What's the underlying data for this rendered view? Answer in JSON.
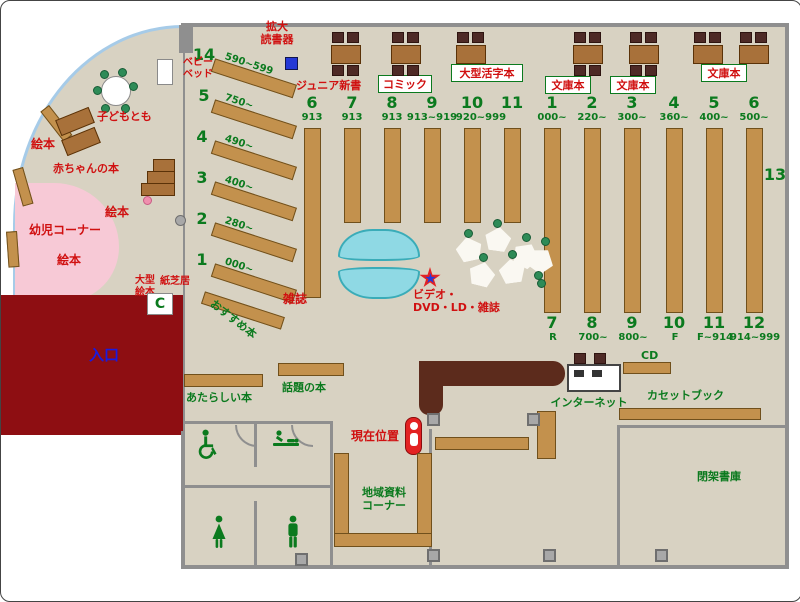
{
  "colors": {
    "floor": "#d8d2c2",
    "wall": "#8f8f8f",
    "dark_red": "#8e0e12",
    "shelf": "#c3914d",
    "shelf_border": "#70501c",
    "green": "#0b7a1e",
    "red": "#d01010",
    "blue": "#1a1ae0",
    "cyan": "#8fd9e4",
    "cyan_border": "#3aacb8",
    "pink": "#f7c9d6",
    "counter": "#5c2b1c",
    "chair": "#4e2a26",
    "table_wood": "#a8713a",
    "marker": "#e32222",
    "star_blue": "#2638d8",
    "curve_blue": "#a6cbe8"
  },
  "top_labels": {
    "kakudai": "拡大\n読書器",
    "junior": "ジュニア新書",
    "comic": "コミック",
    "large_print": "大型活字本",
    "bunko": [
      "文庫本",
      "文庫本",
      "文庫本"
    ]
  },
  "diagonal_shelves": [
    {
      "num": "14",
      "range": "590~599"
    },
    {
      "num": "5",
      "range": "750~"
    },
    {
      "num": "4",
      "range": "490~"
    },
    {
      "num": "3",
      "range": "400~"
    },
    {
      "num": "2",
      "range": "280~"
    },
    {
      "num": "1",
      "range": "000~"
    }
  ],
  "columns_left": [
    {
      "num": "6",
      "range": "913"
    },
    {
      "num": "7",
      "range": "913"
    },
    {
      "num": "8",
      "range": "913"
    },
    {
      "num": "9",
      "range": "913~919"
    },
    {
      "num": "10",
      "range": "920~999"
    },
    {
      "num": "11",
      "range": ""
    }
  ],
  "columns_right_top": [
    {
      "num": "1",
      "range": "000~"
    },
    {
      "num": "2",
      "range": "220~"
    },
    {
      "num": "3",
      "range": "300~"
    },
    {
      "num": "4",
      "range": "360~"
    },
    {
      "num": "5",
      "range": "400~"
    },
    {
      "num": "6",
      "range": "500~"
    }
  ],
  "columns_right_bottom": [
    {
      "num": "7",
      "range": "R"
    },
    {
      "num": "8",
      "range": "700~"
    },
    {
      "num": "9",
      "range": "800~"
    },
    {
      "num": "10",
      "range": "F"
    },
    {
      "num": "11",
      "range": "F~914"
    },
    {
      "num": "12",
      "range": "914~999"
    }
  ],
  "right_shelf_number": "13",
  "center": {
    "magazines": "雑誌",
    "video": "ビデオ・\nDVD・LD・雑誌",
    "recommended": "おすすめ本"
  },
  "children_area": {
    "picture_books": "絵本",
    "toddler_corner": "幼児コーナー",
    "baby_books": "赤ちゃんの本",
    "kodomo_tomo": "子どもとも",
    "baby_bed": "ベビー\nベッド",
    "large_picture_books": "大型\n絵本",
    "kamishibai": "紙芝居",
    "rack_mark": "C"
  },
  "entrance": {
    "label": "入口"
  },
  "bottom_area": {
    "new_books": "あたらしい本",
    "topic_books": "話題の本",
    "current_location": "現在位置",
    "local_materials": "地域資料\nコーナー",
    "internet": "インターネット",
    "cd": "CD",
    "cassette_books": "カセットブック",
    "closed_stacks": "閉架書庫"
  }
}
